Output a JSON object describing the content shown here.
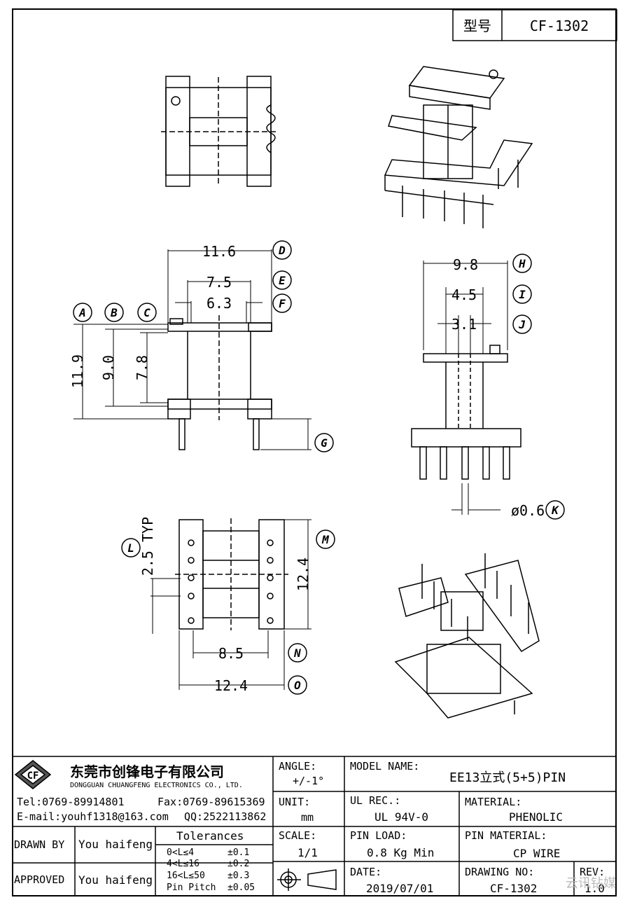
{
  "header": {
    "model_label": "型号",
    "model_value": "CF-1302"
  },
  "dims": {
    "A": "A",
    "B": "B",
    "C": "C",
    "D": "D",
    "E": "E",
    "F": "F",
    "G": "G",
    "H": "H",
    "I": "I",
    "J": "J",
    "K": "K",
    "L": "L",
    "M": "M",
    "N": "N",
    "O": "O",
    "d_11_6": "11.6",
    "d_7_5": "7.5",
    "d_6_3": "6.3",
    "d_11_9": "11.9",
    "d_9_0": "9.0",
    "d_7_8": "7.8",
    "d_9_8": "9.8",
    "d_4_5": "4.5",
    "d_3_1": "3.1",
    "d_0_6": "ø0.6",
    "d_2_5": "2.5 TYP",
    "d_12_4v": "12.4",
    "d_8_5": "8.5",
    "d_12_4h": "12.4"
  },
  "company": {
    "logo": "CF",
    "name_cn": "东莞市创锋电子有限公司",
    "name_en": "DONGGUAN CHUANGFENG ELECTRONICS CO., LTD.",
    "tel": "Tel:0769-89914801",
    "fax": "Fax:0769-89615369",
    "email": "E-mail:youhf1318@163.com",
    "qq": "QQ:2522113862"
  },
  "title_block": {
    "angle_label": "ANGLE:",
    "angle_value": "+/-1°",
    "model_name_label": "MODEL NAME:",
    "model_name_value": "EE13立式(5+5)PIN",
    "unit_label": "UNIT:",
    "unit_value": "mm",
    "ul_label": "UL REC.:",
    "ul_value": "UL 94V-0",
    "material_label": "MATERIAL:",
    "material_value": "PHENOLIC",
    "drawn_by_label": "DRAWN BY",
    "drawn_by_value": "You haifeng",
    "approved_label": "APPROVED",
    "approved_value": "You haifeng",
    "tolerances_label": "Tolerances",
    "tol": [
      {
        "range": "0<L≤4",
        "val": "±0.1"
      },
      {
        "range": "4<L≤16",
        "val": "±0.2"
      },
      {
        "range": "16<L≤50",
        "val": "±0.3"
      },
      {
        "range": "Pin Pitch",
        "val": "±0.05"
      }
    ],
    "scale_label": "SCALE:",
    "scale_value": "1/1",
    "pin_load_label": "PIN LOAD:",
    "pin_load_value": "0.8 Kg Min",
    "pin_material_label": "PIN MATERIAL:",
    "pin_material_value": "CP WIRE",
    "date_label": "DATE:",
    "date_value": "2019/07/01",
    "drawing_no_label": "DRAWING NO:",
    "drawing_no_value": "CF-1302",
    "rev_label": "REV:",
    "rev_value": "1.0"
  },
  "watermark": "云讯钻媒"
}
